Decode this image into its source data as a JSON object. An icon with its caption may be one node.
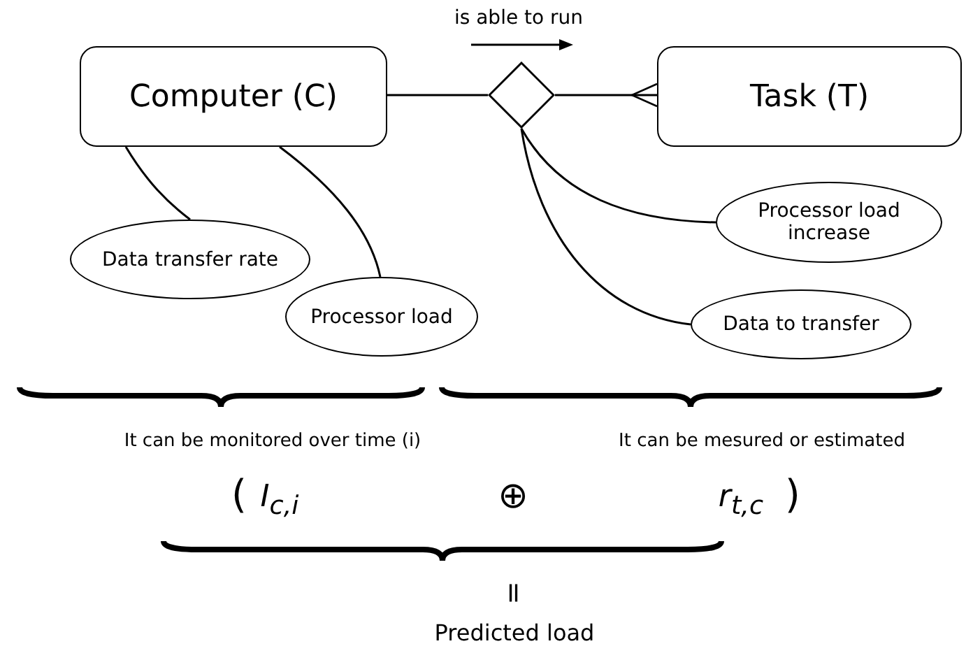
{
  "diagram": {
    "nodes": [
      {
        "text": [
          "Computer (C)"
        ]
      },
      {
        "text": [],
        "shape": "diamond"
      },
      {
        "text": [
          "Task (T)"
        ]
      },
      {
        "text": [
          "Data transfer rate"
        ]
      },
      {
        "text": [
          "Processor load"
        ]
      },
      {
        "text": [
          "Processor load increase"
        ]
      },
      {
        "text": [
          "Data to transfer"
        ]
      }
    ],
    "edges": [
      {
        "from": 0,
        "to": 1,
        "arrow": "none"
      },
      {
        "from": 1,
        "to": 2,
        "arrow": "other"
      },
      {
        "from": 0,
        "to": 3,
        "arrow": "none"
      },
      {
        "from": 0,
        "to": 4,
        "arrow": "none"
      },
      {
        "from": 1,
        "to": 5,
        "arrow": "none"
      },
      {
        "from": 1,
        "to": 6,
        "arrow": "none"
      }
    ],
    "labels": [
      "is able to run",
      "It can be monitored over time (i)",
      "It can be mesured or estimated",
      "(",
      "I$_{c,i}$",
      "⊕",
      "r$_{t,c}$",
      ")",
      "=",
      "Predicted load"
    ]
  }
}
